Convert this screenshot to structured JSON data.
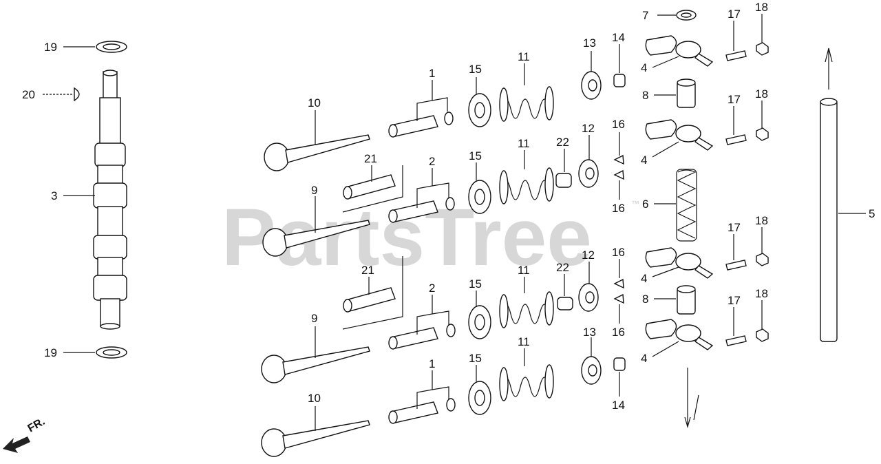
{
  "watermark": {
    "text": "PartsTree",
    "trademark": "™"
  },
  "front_indicator": {
    "label": "FR."
  },
  "callouts": {
    "c19a": "19",
    "c20": "20",
    "c3": "3",
    "c19b": "19",
    "c10a": "10",
    "c9a": "9",
    "c9b": "9",
    "c10b": "10",
    "c21a": "21",
    "c21b": "21",
    "c1a": "1",
    "c2a": "2",
    "c2b": "2",
    "c1b": "1",
    "c15a": "15",
    "c15b": "15",
    "c15c": "15",
    "c15d": "15",
    "c11a": "11",
    "c11b": "11",
    "c11c": "11",
    "c11d": "11",
    "c22a": "22",
    "c22b": "22",
    "c13a": "13",
    "c13b": "13",
    "c12a": "12",
    "c12b": "12",
    "c14a": "14",
    "c14b": "14",
    "c16a": "16",
    "c16b": "16",
    "c16c": "16",
    "c16d": "16",
    "c7": "7",
    "c4a": "4",
    "c4b": "4",
    "c4c": "4",
    "c4d": "4",
    "c8a": "8",
    "c8b": "8",
    "c6": "6",
    "c17a": "17",
    "c17b": "17",
    "c17c": "17",
    "c17d": "17",
    "c18a": "18",
    "c18b": "18",
    "c18c": "18",
    "c18d": "18",
    "c5": "5"
  }
}
